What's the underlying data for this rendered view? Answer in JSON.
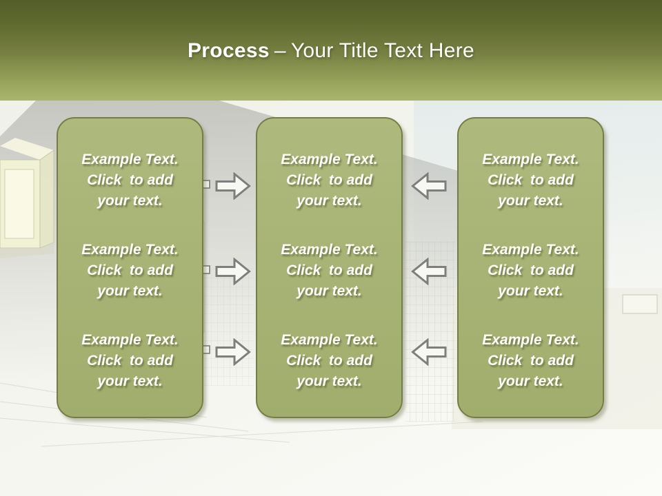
{
  "title": {
    "emphasis": "Process",
    "separator": "–",
    "text": "Your Title Text Here"
  },
  "columns": [
    {
      "items": [
        {
          "lines": [
            "Example Text.",
            "Click  to add",
            "your text."
          ]
        },
        {
          "lines": [
            "Example Text.",
            "Click  to add",
            "your text."
          ]
        },
        {
          "lines": [
            "Example Text.",
            "Click  to add",
            "your text."
          ]
        }
      ]
    },
    {
      "items": [
        {
          "lines": [
            "Example Text.",
            "Click  to add",
            "your text."
          ]
        },
        {
          "lines": [
            "Example Text.",
            "Click  to add",
            "your text."
          ]
        },
        {
          "lines": [
            "Example Text.",
            "Click  to add",
            "your text."
          ]
        }
      ]
    },
    {
      "items": [
        {
          "lines": [
            "Example Text.",
            "Click  to add",
            "your text."
          ]
        },
        {
          "lines": [
            "Example Text.",
            "Click  to add",
            "your text."
          ]
        },
        {
          "lines": [
            "Example Text.",
            "Click  to add",
            "your text."
          ]
        }
      ]
    }
  ],
  "arrows": {
    "between_left_and_center_direction": "right",
    "between_center_and_right_direction": "left",
    "count_per_gap": 3
  },
  "icons": {
    "right_arrow": "right-arrow-icon",
    "left_arrow": "left-arrow-icon"
  },
  "colors": {
    "header_gradient_top": "#535e29",
    "header_gradient_bottom": "#a9b56c",
    "box_fill": "#a7b374",
    "box_border": "#757d45",
    "box_text": "#ffffff",
    "arrow_fill": "#f7f7f4",
    "arrow_border": "#7e7e7c",
    "page_background": "#f3f4ed"
  }
}
